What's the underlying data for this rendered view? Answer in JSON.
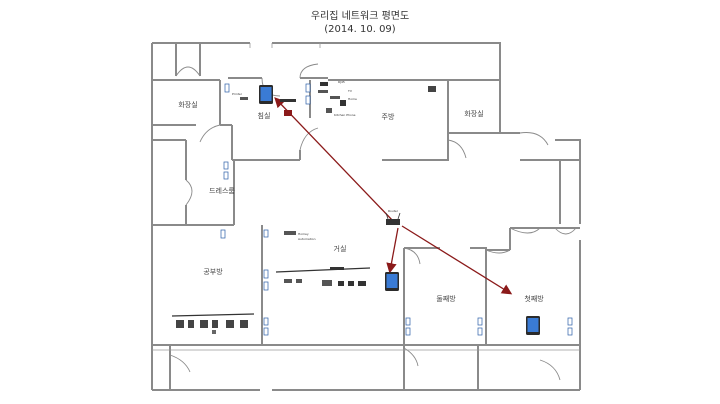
{
  "title": "우리집 네트워크 평면도",
  "date": "(2014. 10. 09)",
  "rooms": {
    "hwajangsil_left": "화장실",
    "chimsil": "침실",
    "jubang": "주방",
    "hwajangsil_right": "화장실",
    "dressroom": "드레스룸",
    "geosil": "거실",
    "gongbubang": "공부방",
    "dulchaebang": "둘째방",
    "cheotchaebang": "첫째방"
  },
  "devices": {
    "router_label": "Router",
    "chimsil_labels": [
      "RJ45",
      "TV",
      "Printer",
      "Home",
      "Kitchen Phone"
    ],
    "geosil_labels": [
      "Homey",
      "Automation"
    ]
  },
  "colors": {
    "wall": "#8a8a8a",
    "link": "#8b1a1a",
    "socket": "#2a5fa8",
    "tablet": "#3a7bd5"
  }
}
